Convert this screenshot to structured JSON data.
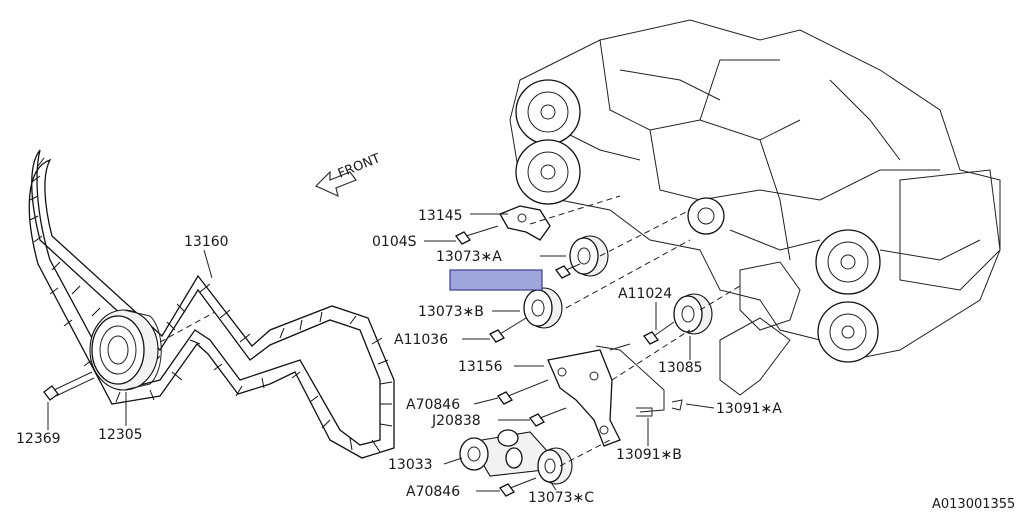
{
  "diagram": {
    "front_label": "FRONT",
    "diagram_id": "A013001355",
    "highlight_color": "#9ea6dc",
    "callouts": [
      {
        "id": "13160",
        "text": "13160"
      },
      {
        "id": "13145",
        "text": "13145"
      },
      {
        "id": "0104S",
        "text": "0104S"
      },
      {
        "id": "13073A",
        "text": "13073∗A"
      },
      {
        "id": "13073B",
        "text": "13073∗B"
      },
      {
        "id": "A11036",
        "text": "A11036"
      },
      {
        "id": "A11024",
        "text": "A11024"
      },
      {
        "id": "13085",
        "text": "13085"
      },
      {
        "id": "13156",
        "text": "13156"
      },
      {
        "id": "A70846a",
        "text": "A70846"
      },
      {
        "id": "J20838",
        "text": "J20838"
      },
      {
        "id": "13091A",
        "text": "13091∗A"
      },
      {
        "id": "13091B",
        "text": "13091∗B"
      },
      {
        "id": "13033",
        "text": "13033"
      },
      {
        "id": "A70846b",
        "text": "A70846"
      },
      {
        "id": "13073C",
        "text": "13073∗C"
      },
      {
        "id": "12369",
        "text": "12369"
      },
      {
        "id": "12305",
        "text": "12305"
      }
    ]
  }
}
